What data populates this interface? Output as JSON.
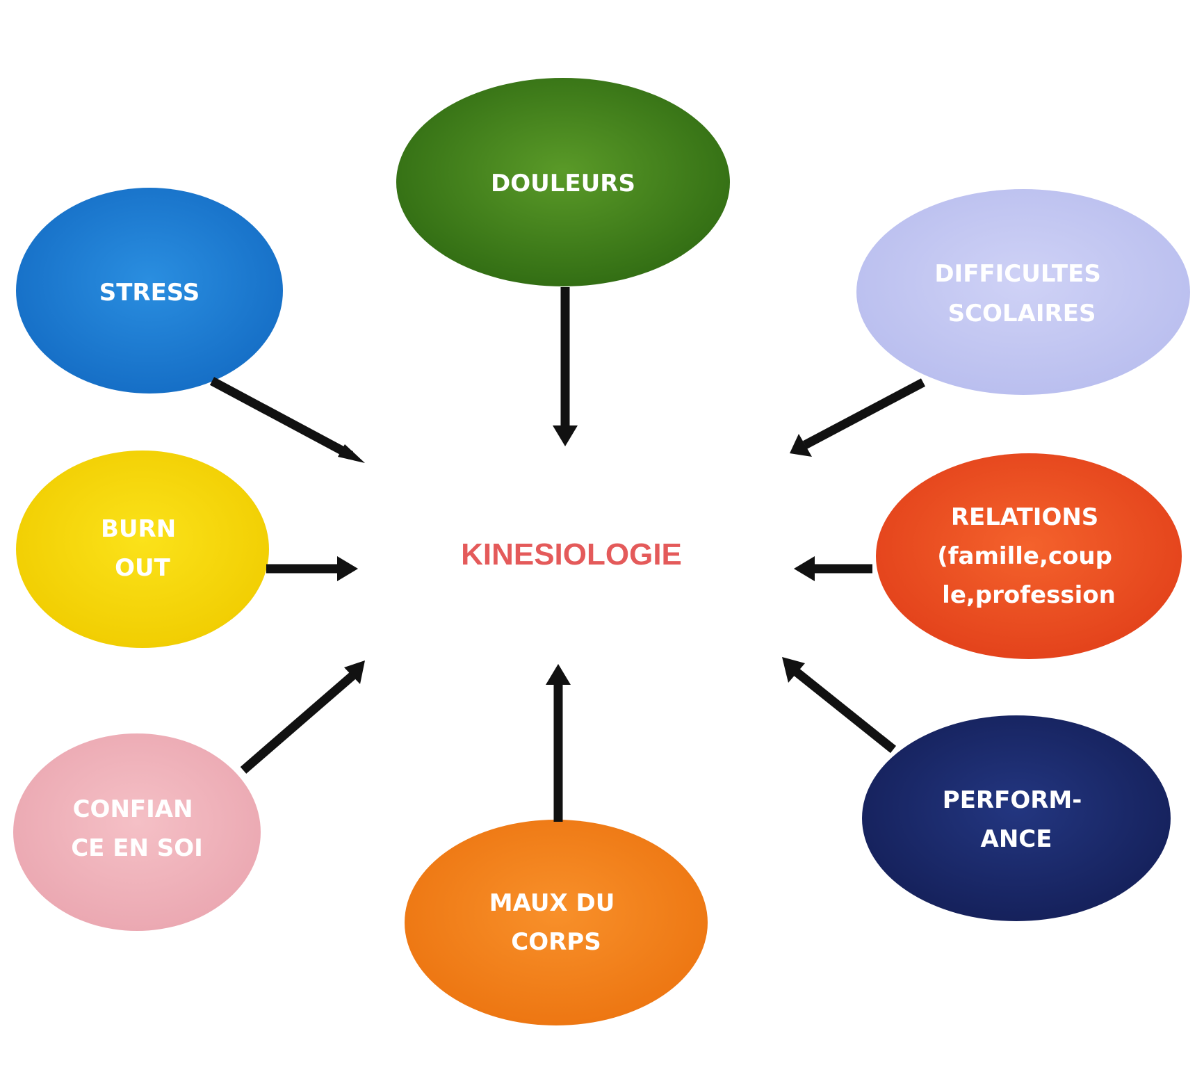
{
  "center": {
    "label": "KINESIOLOGIE",
    "color": "#e45a5a"
  },
  "nodes": {
    "douleurs": {
      "lines": [
        "DOULEURS"
      ],
      "color": "#3f7f1a"
    },
    "stress": {
      "lines": [
        "STRESS"
      ],
      "color": "#1a7fd6"
    },
    "difficultes": {
      "lines": [
        "DIFFICULTES",
        "SCOLAIRES"
      ],
      "color": "#c4c8f2"
    },
    "burnout": {
      "lines": [
        "BURN",
        "OUT"
      ],
      "color": "#f5d800"
    },
    "relations": {
      "lines": [
        "RELATIONS",
        "(famille,coup",
        "le,profession"
      ],
      "color": "#ee5020"
    },
    "confiance": {
      "lines": [
        "CONFIAN",
        "CE EN SOI"
      ],
      "color": "#f2b4bc"
    },
    "maux": {
      "lines": [
        "MAUX DU",
        "CORPS"
      ],
      "color": "#f2821a"
    },
    "performance": {
      "lines": [
        "PERFORM-",
        "ANCE"
      ],
      "color": "#1a2a6e"
    }
  },
  "arrow_color": "#111111"
}
